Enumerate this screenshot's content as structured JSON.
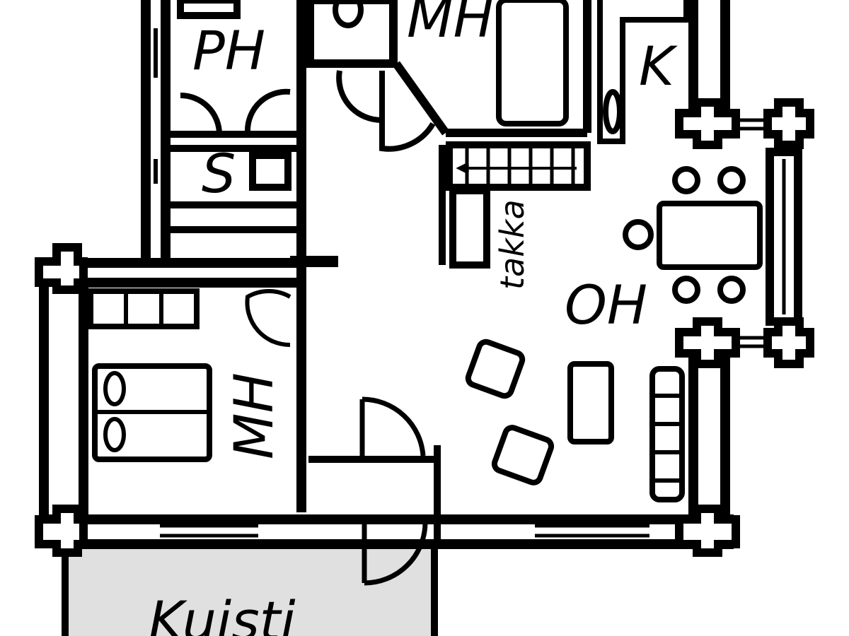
{
  "floorplan": {
    "rooms": {
      "bath": "PH",
      "sauna": "S",
      "bedroom_top": "MH",
      "kitchen": "K",
      "living": "OH",
      "bedroom_left": "MH",
      "porch": "Kuisti"
    },
    "fireplace_label": "takka"
  },
  "colors": {
    "wall": "#000000",
    "floor": "#ffffff",
    "porch": "#e0e0e0"
  }
}
